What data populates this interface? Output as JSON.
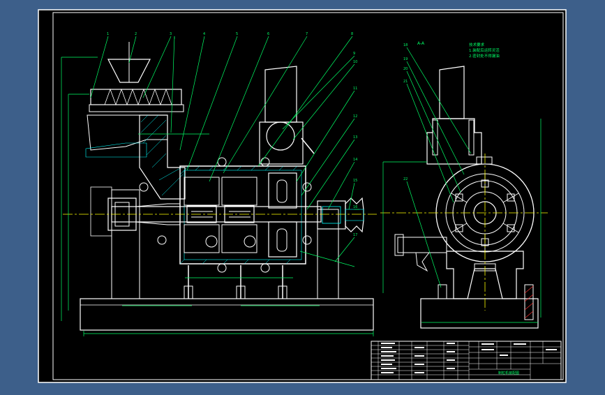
{
  "colors": {
    "background": "#3d5f8a",
    "sheet": "#000000",
    "border": "#ffffff",
    "outline": "#ffffff",
    "leader": "#00ff66",
    "centerline": "#ffff00",
    "hatch": "#00ffff",
    "dimension": "#00ff66"
  },
  "side_view": {
    "section_label": "A-A",
    "note_lines": [
      "技术要求",
      "1.装配后运转灵活",
      "2.密封处不得漏油"
    ]
  },
  "title_block": {
    "drawing_name": "制粒机装配图"
  }
}
